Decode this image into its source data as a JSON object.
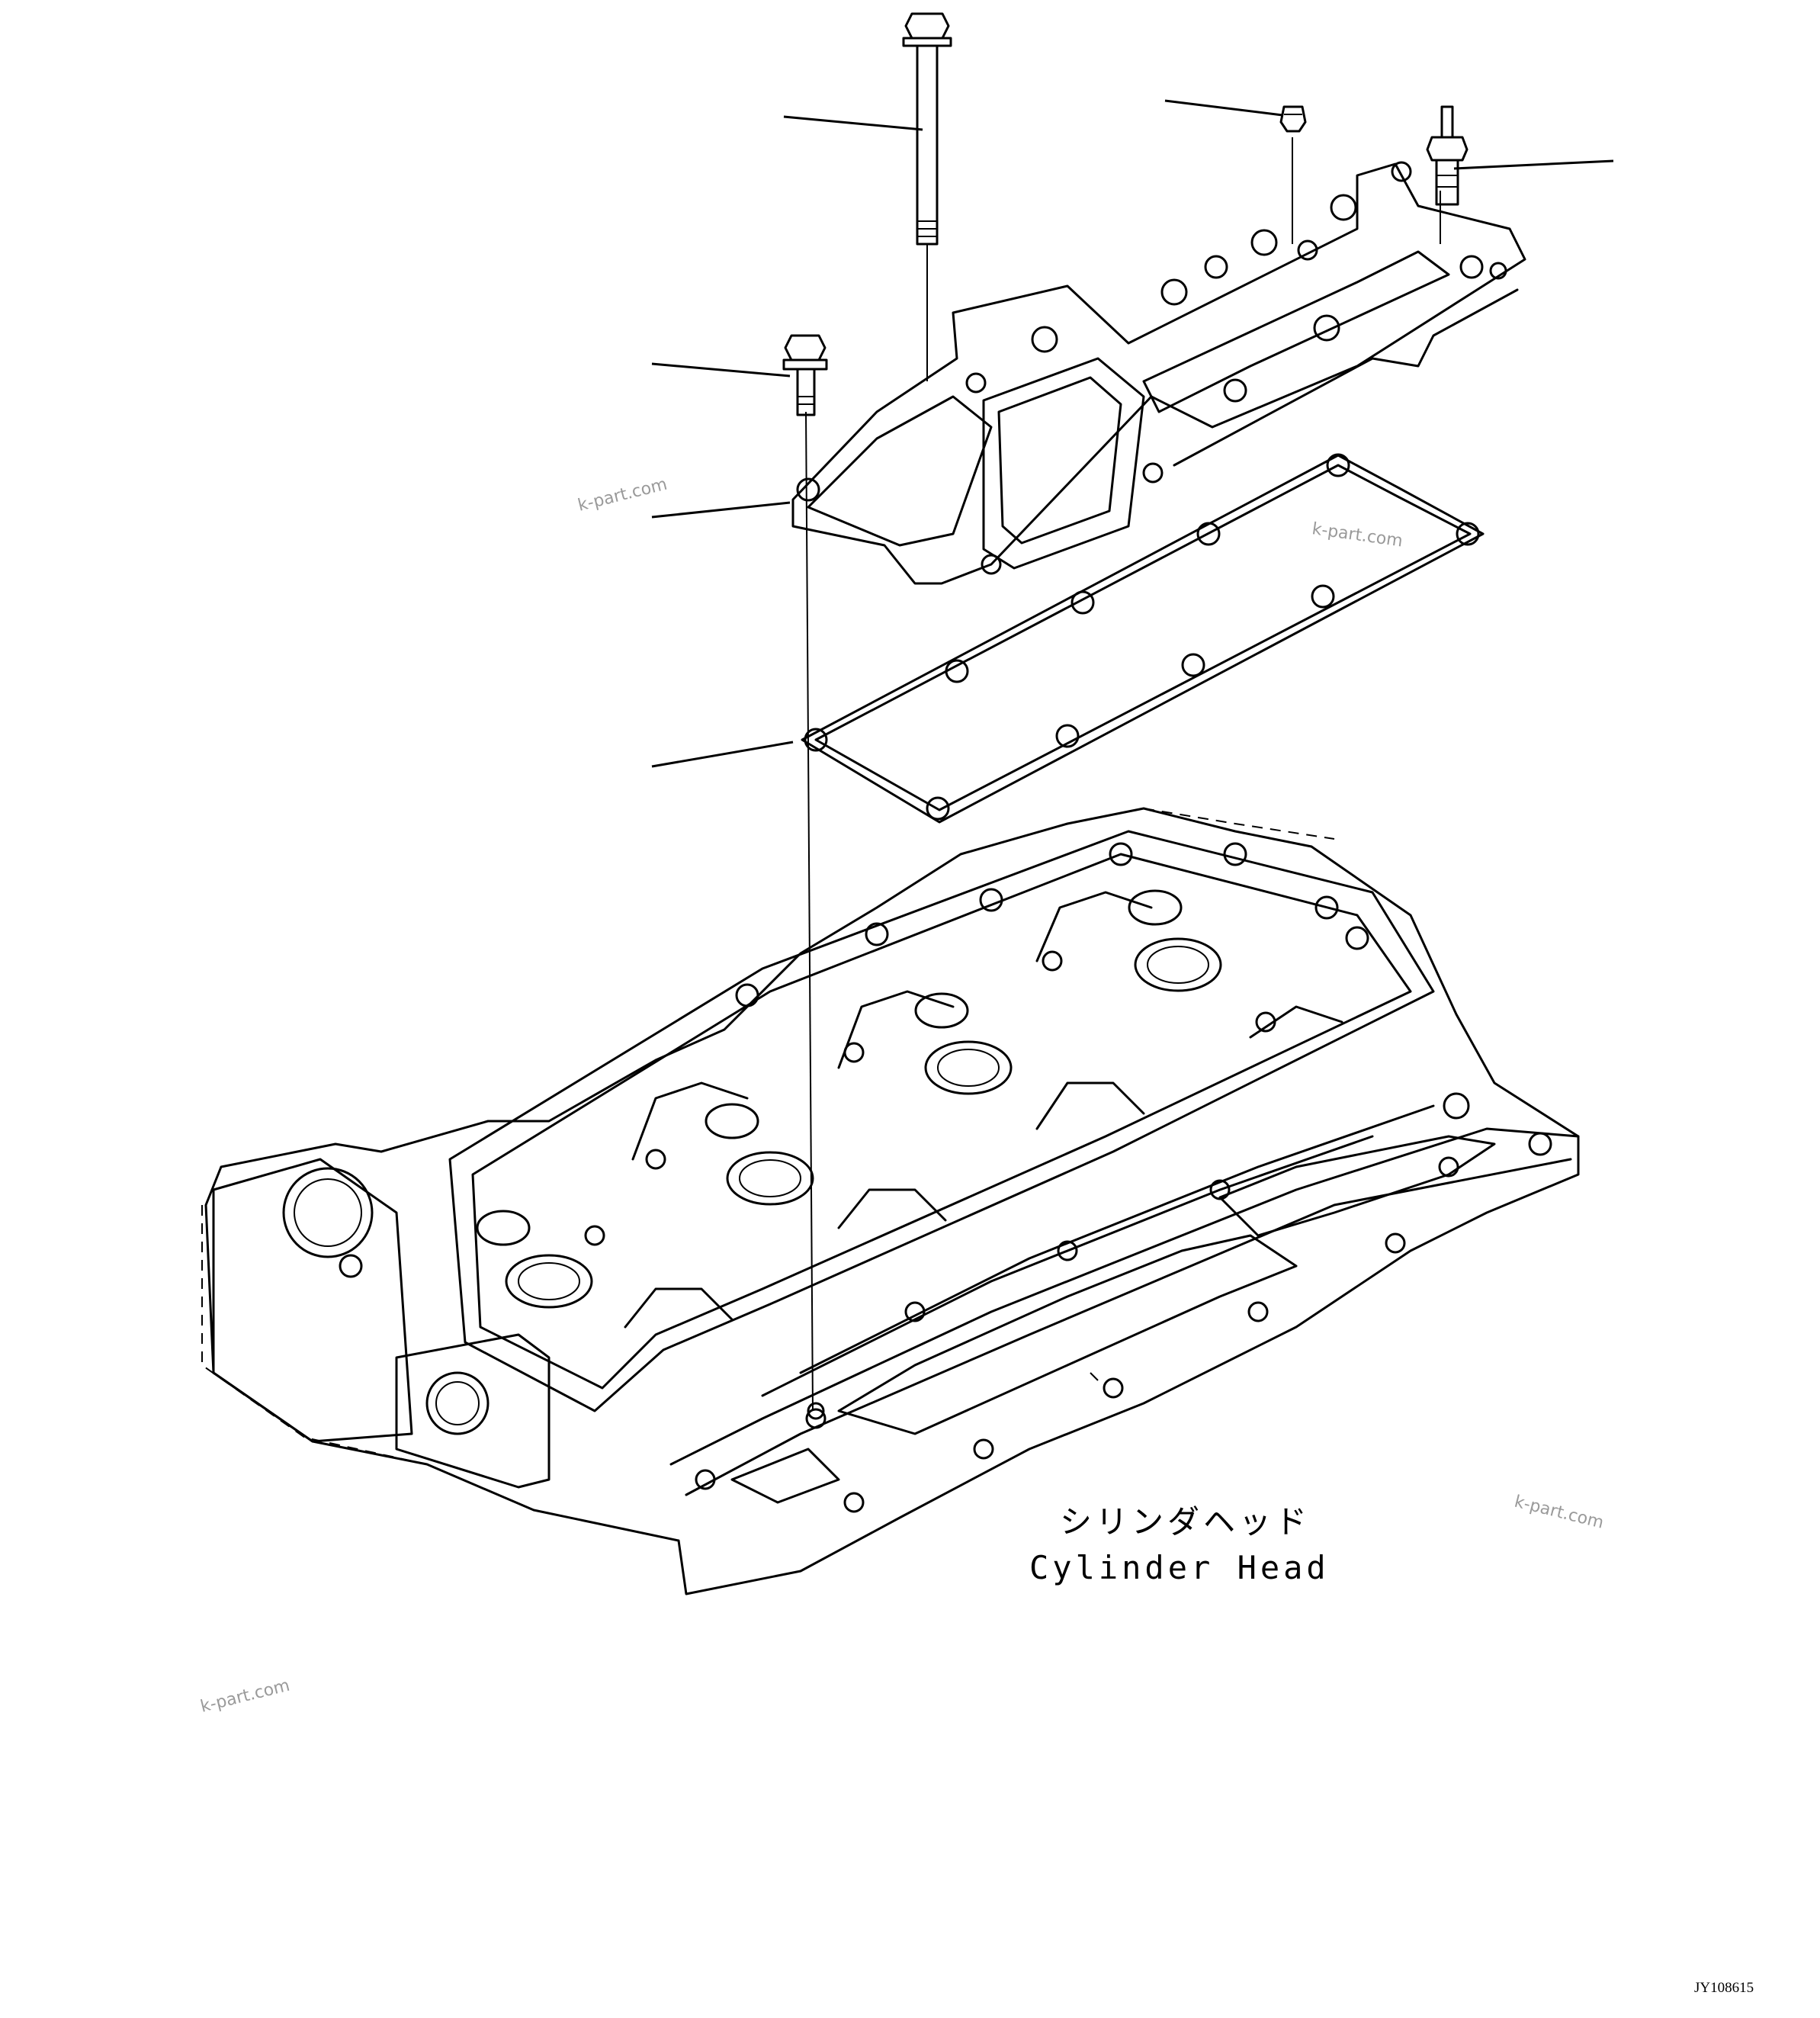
{
  "caption": {
    "japanese": "シリンダヘッド",
    "english": "Cylinder Head"
  },
  "watermark": "k-part.com",
  "drawing_number": "JY108615"
}
